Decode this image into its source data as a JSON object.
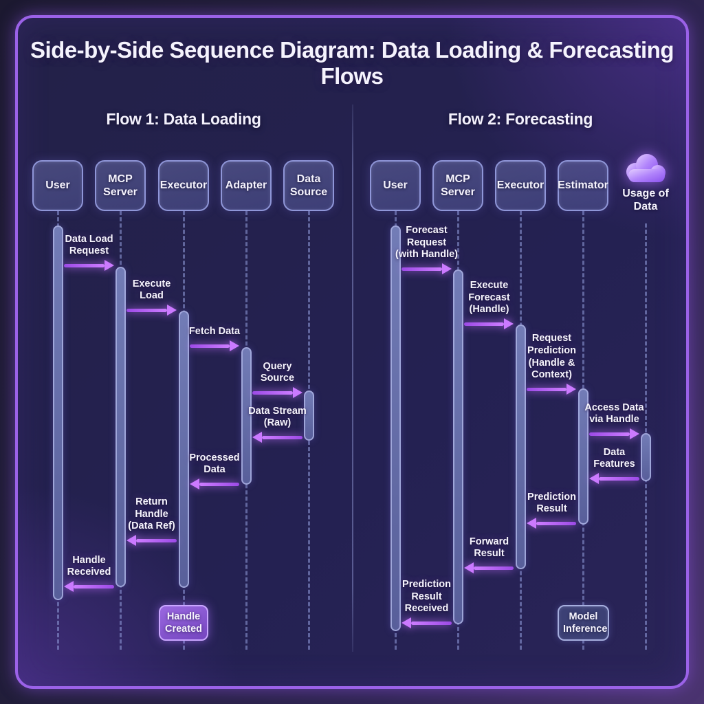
{
  "title": "Side-by-Side Sequence Diagram: Data Loading & Forecasting Flows",
  "colors": {
    "frame_border": "#9b62e8",
    "arrow": "#cb7aff",
    "activation_bar": "#6a72ae",
    "note_purple": "#8a5ad2",
    "note_blue": "#3d4277",
    "text": "#f5f3fd",
    "background": "#232148"
  },
  "flows": [
    {
      "header": "Flow 1: Data Loading",
      "actors": [
        "User",
        "MCP\nServer",
        "Executor",
        "Adapter",
        "Data\nSource"
      ],
      "messages": [
        "Data Load\nRequest",
        "Execute\nLoad",
        "Fetch Data",
        "Query\nSource",
        "Data Stream\n(Raw)",
        "Processed\nData",
        "Return\nHandle\n(Data Ref)",
        "Handle\nReceived"
      ],
      "note": "Handle\nCreated"
    },
    {
      "header": "Flow 2: Forecasting",
      "actors": [
        "User",
        "MCP\nServer",
        "Executor",
        "Estimator",
        "Usage of\nData"
      ],
      "messages": [
        "Forecast\nRequest\n(with Handle)",
        "Execute\nForecast\n(Handle)",
        "Request\nPrediction\n(Handle &\nContext)",
        "Access Data\nvia Handle",
        "Data\nFeatures",
        "Prediction\nResult",
        "Forward\nResult",
        "Prediction\nResult\nReceived"
      ],
      "note": "Model\nInference",
      "icon": "cloud"
    }
  ]
}
